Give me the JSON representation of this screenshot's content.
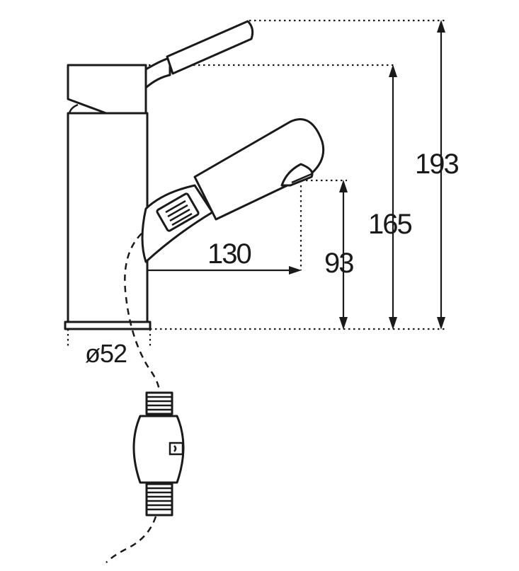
{
  "dimensions": {
    "overall_height": "193",
    "lever_height": "165",
    "spout_height": "93",
    "spout_reach": "130",
    "base_diameter": "ø52"
  },
  "colors": {
    "line": "#1a1a1a",
    "background": "#ffffff"
  }
}
